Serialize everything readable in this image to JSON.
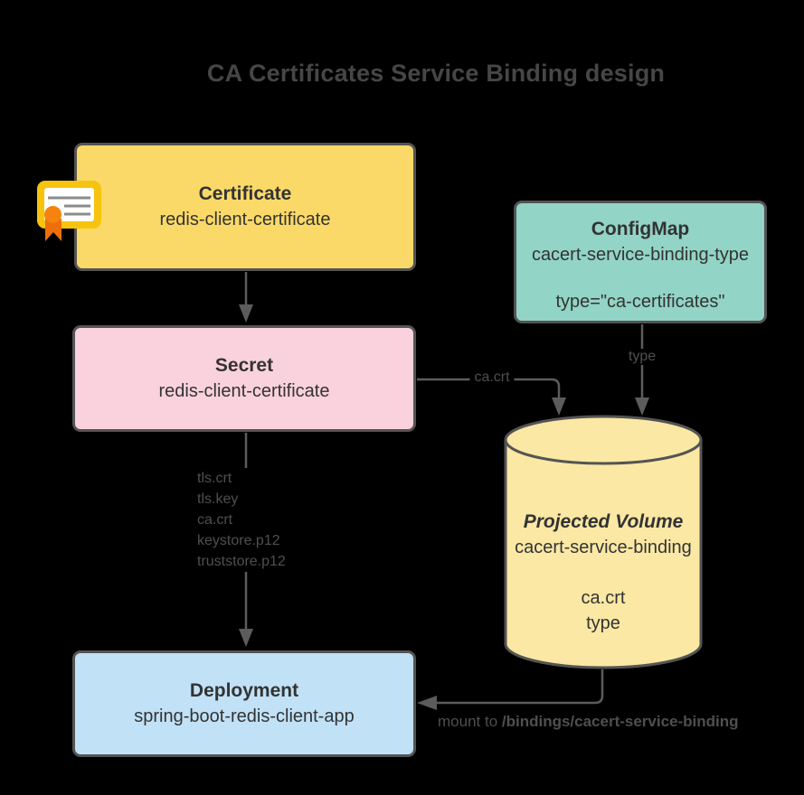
{
  "title": "CA Certificates Service Binding design",
  "nodes": {
    "certificate": {
      "title": "Certificate",
      "subtitle": "redis-client-certificate"
    },
    "configmap": {
      "title": "ConfigMap",
      "subtitle": "cacert-service-binding-type",
      "detail": "type=\"ca-certificates\""
    },
    "secret": {
      "title": "Secret",
      "subtitle": "redis-client-certificate"
    },
    "volume": {
      "title": "Projected Volume",
      "subtitle": "cacert-service-binding",
      "items": [
        "ca.crt",
        "type"
      ]
    },
    "deployment": {
      "title": "Deployment",
      "subtitle": "spring-boot-redis-client-app"
    }
  },
  "edges": {
    "secret_to_volume_label": "ca.crt",
    "configmap_to_volume_label": "type",
    "secret_to_deployment_files": [
      "tls.crt",
      "tls.key",
      "ca.crt",
      "keystore.p12",
      "truststore.p12"
    ],
    "mount_prefix": "mount to ",
    "mount_path": "/bindings/cacert-service-binding"
  },
  "icons": {
    "certificate_icon": "certificate-with-ribbon-seal"
  },
  "colors": {
    "background": "#000000",
    "title-text": "#464646",
    "node-border": "#545454",
    "node-text": "#333333",
    "arrow": "#5c5c5c",
    "edge-label": "#4f4f4f",
    "certificate-fill": "#FBD968",
    "configmap-fill": "#92D4C6",
    "secret-fill": "#F9D2DE",
    "volume-fill": "#FAE8A4",
    "deployment-fill": "#C1E1F6",
    "icon-gold": "#F6C40E",
    "icon-ribbon": "#EC6F0A",
    "icon-ribbon-seal": "#F5830E"
  }
}
